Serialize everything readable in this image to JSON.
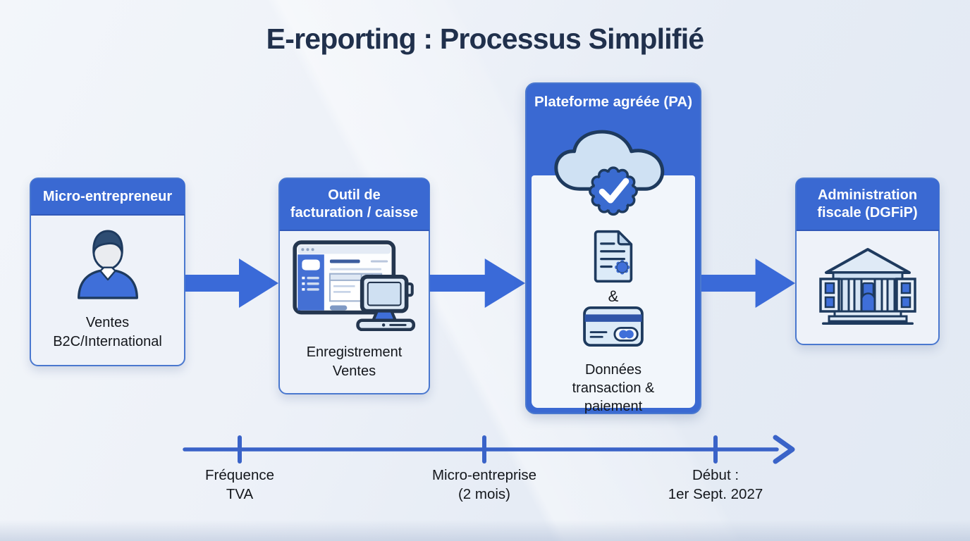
{
  "title": "E-reporting : Processus Simplifié",
  "colors": {
    "primary_blue": "#3a69d2",
    "border_blue": "#4a78cf",
    "navy_outline": "#1e3a5e",
    "icon_light_fill": "#dcebf8",
    "title_navy": "#20304c",
    "timeline_blue": "#3a63c8",
    "box_body_bg": "#eef2f9"
  },
  "nodes": [
    {
      "id": "micro-entrepreneur",
      "icon": "person-icon",
      "header_lines": [
        "Micro-entrepreneur"
      ],
      "caption_lines": [
        "Ventes",
        "B2C/International"
      ]
    },
    {
      "id": "outil-facturation-caisse",
      "icon": "pos-terminal-icon",
      "header_lines": [
        "Outil de",
        "facturation / caisse"
      ],
      "caption_lines": [
        "Enregistrement",
        "Ventes"
      ]
    },
    {
      "id": "plateforme-agreee",
      "icon": "cloud-approved-icon",
      "secondary_icons": [
        "document-icon",
        "credit-card-icon"
      ],
      "header_lines": [
        "Plateforme agréée (PA)"
      ],
      "joiner": "&",
      "caption_lines": [
        "Données",
        "transaction &",
        "paiement"
      ]
    },
    {
      "id": "administration-fiscale",
      "icon": "bank-building-icon",
      "header_lines": [
        "Administration",
        "fiscale (DGFiP)"
      ],
      "caption_lines": []
    }
  ],
  "arrows": [
    "arrow-right",
    "arrow-right",
    "arrow-right"
  ],
  "timeline": {
    "milestones": [
      {
        "lines": [
          "Fréquence",
          "TVA"
        ]
      },
      {
        "lines": [
          "Micro-entreprise",
          "(2 mois)"
        ]
      },
      {
        "lines": [
          "Début :",
          "1er Sept. 2027"
        ]
      }
    ]
  }
}
